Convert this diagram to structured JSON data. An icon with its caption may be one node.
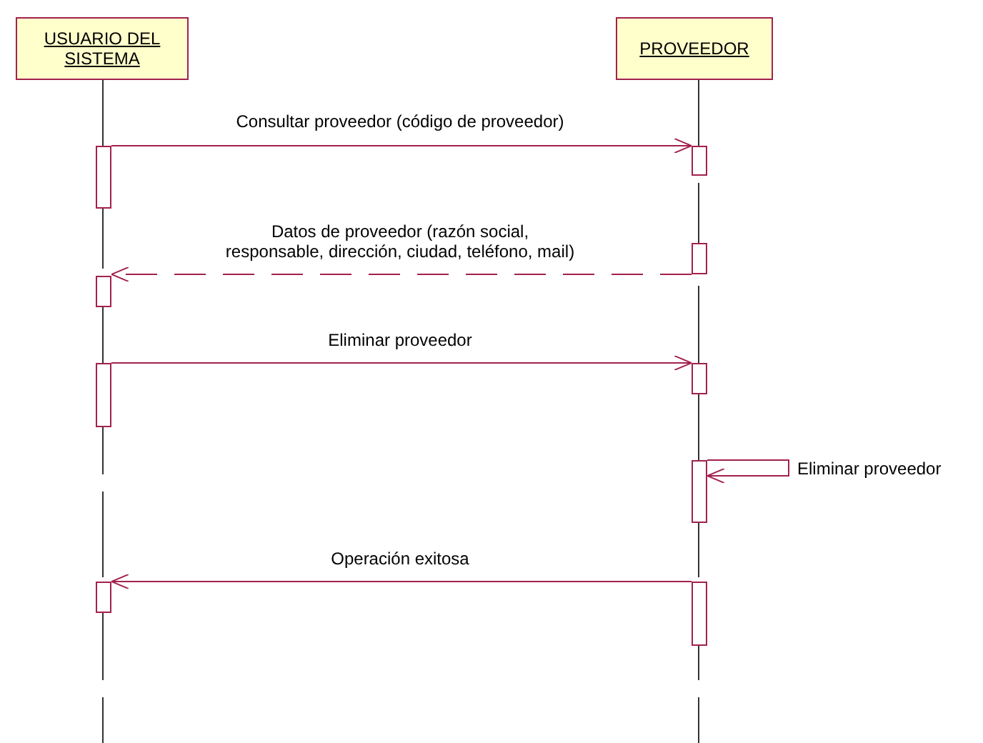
{
  "diagram": {
    "nodes": [
      {
        "text": [
          "USUARIO DEL SISTEMA"
        ]
      },
      {
        "text": [
          "PROVEEDOR"
        ]
      },
      {
        "text": [],
        "shape": "bar"
      },
      {
        "text": [],
        "shape": "bar"
      },
      {
        "text": [],
        "shape": "bar"
      },
      {
        "text": [],
        "shape": "bar"
      },
      {
        "text": [],
        "shape": "bar"
      },
      {
        "text": [],
        "shape": "bar"
      },
      {
        "text": [],
        "shape": "bar"
      },
      {
        "text": [],
        "shape": "bar"
      },
      {
        "text": [],
        "shape": "bar"
      }
    ],
    "edges": [
      {
        "from": 2,
        "to": 3,
        "arrow": "to",
        "label": "Consultar proveedor (código de proveedor)"
      },
      {
        "from": 4,
        "to": 5,
        "arrow": "to",
        "label": "Datos de proveedor (razón social, responsable, dirección, ciudad, teléfono, mail)",
        "style": "dashed"
      },
      {
        "from": 6,
        "to": 7,
        "arrow": "to",
        "label": "Eliminar proveedor"
      },
      {
        "from": 8,
        "to": 8,
        "arrow": "to",
        "label": "Eliminar proveedor"
      },
      {
        "from": 9,
        "to": 10,
        "arrow": "to",
        "label": "Operación exitosa"
      }
    ]
  }
}
